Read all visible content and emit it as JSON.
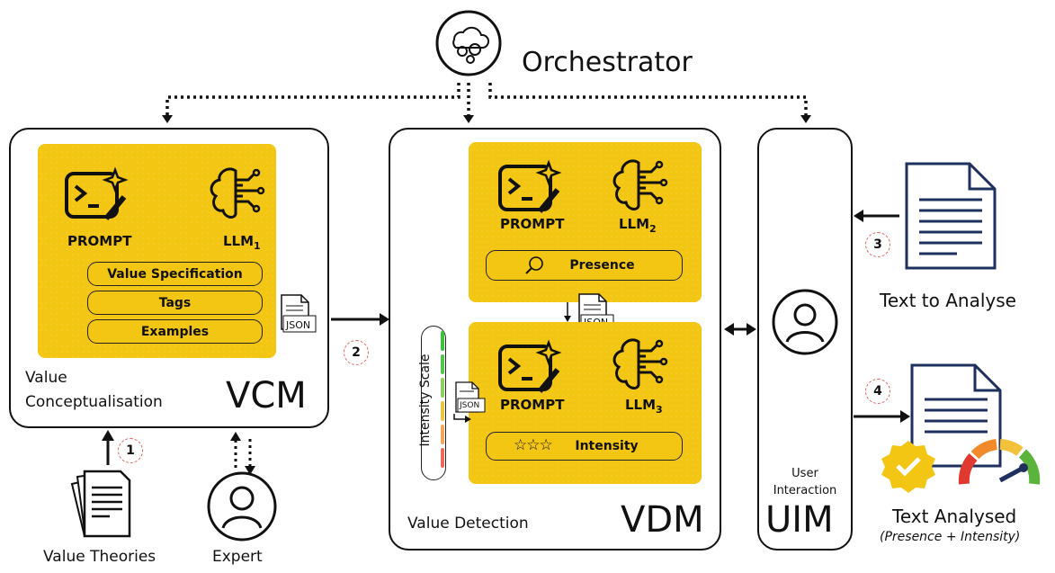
{
  "orchestrator": {
    "label": "Orchestrator",
    "icon": "cloud-gears-icon"
  },
  "vcm": {
    "code": "VCM",
    "label": "Value\nConceptualisation",
    "prompt_label": "PROMPT",
    "llm_label": "LLM",
    "llm_sub": "1",
    "items": [
      "Value Specification",
      "Tags",
      "Examples"
    ],
    "json_label": "JSON"
  },
  "vdm": {
    "code": "VDM",
    "label": "Value Detection",
    "top": {
      "prompt_label": "PROMPT",
      "llm_label": "LLM",
      "llm_sub": "2",
      "item": "Presence"
    },
    "bottom": {
      "prompt_label": "PROMPT",
      "llm_label": "LLM",
      "llm_sub": "3",
      "item": "Intensity"
    },
    "scale_label": "Intensity Scale",
    "json_label": "JSON"
  },
  "uim": {
    "code": "UIM",
    "label": "User\nInteraction"
  },
  "inputs": {
    "theories": "Value Theories",
    "expert": "Expert"
  },
  "outputs": {
    "text_to_analyse": "Text to Analyse",
    "text_analysed": "Text Analysed",
    "text_analysed_sub": "(Presence + Intensity)"
  },
  "steps": [
    "1",
    "2",
    "3",
    "4"
  ],
  "colors": {
    "accent": "#f3c613",
    "step_ring": "#e06060",
    "doc": "#1f2f5e"
  }
}
